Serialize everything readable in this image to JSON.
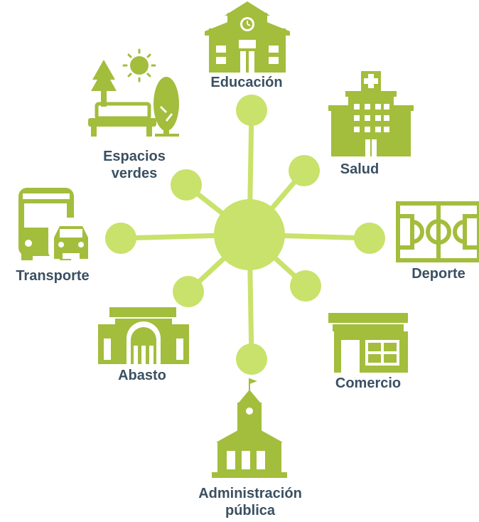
{
  "colors": {
    "icon": "#a3bd3c",
    "hub": "#c8e26b",
    "spoke": "#c8e26b",
    "label": "#3a5062",
    "background": "#ffffff"
  },
  "hub": {
    "name": "hub"
  },
  "categories": [
    {
      "key": "educacion",
      "label": "Educación",
      "icon": "school-icon"
    },
    {
      "key": "salud",
      "label": "Salud",
      "icon": "hospital-icon"
    },
    {
      "key": "deporte",
      "label": "Deporte",
      "icon": "sports-field-icon"
    },
    {
      "key": "comercio",
      "label": "Comercio",
      "icon": "shop-icon"
    },
    {
      "key": "administracion",
      "label_line1": "Administración",
      "label_line2": "pública",
      "icon": "town-hall-icon"
    },
    {
      "key": "abasto",
      "label": "Abasto",
      "icon": "market-icon"
    },
    {
      "key": "transporte",
      "label": "Transporte",
      "icon": "bus-car-icon"
    },
    {
      "key": "espacios",
      "label_line1": "Espacios",
      "label_line2": "verdes",
      "icon": "park-icon"
    }
  ]
}
